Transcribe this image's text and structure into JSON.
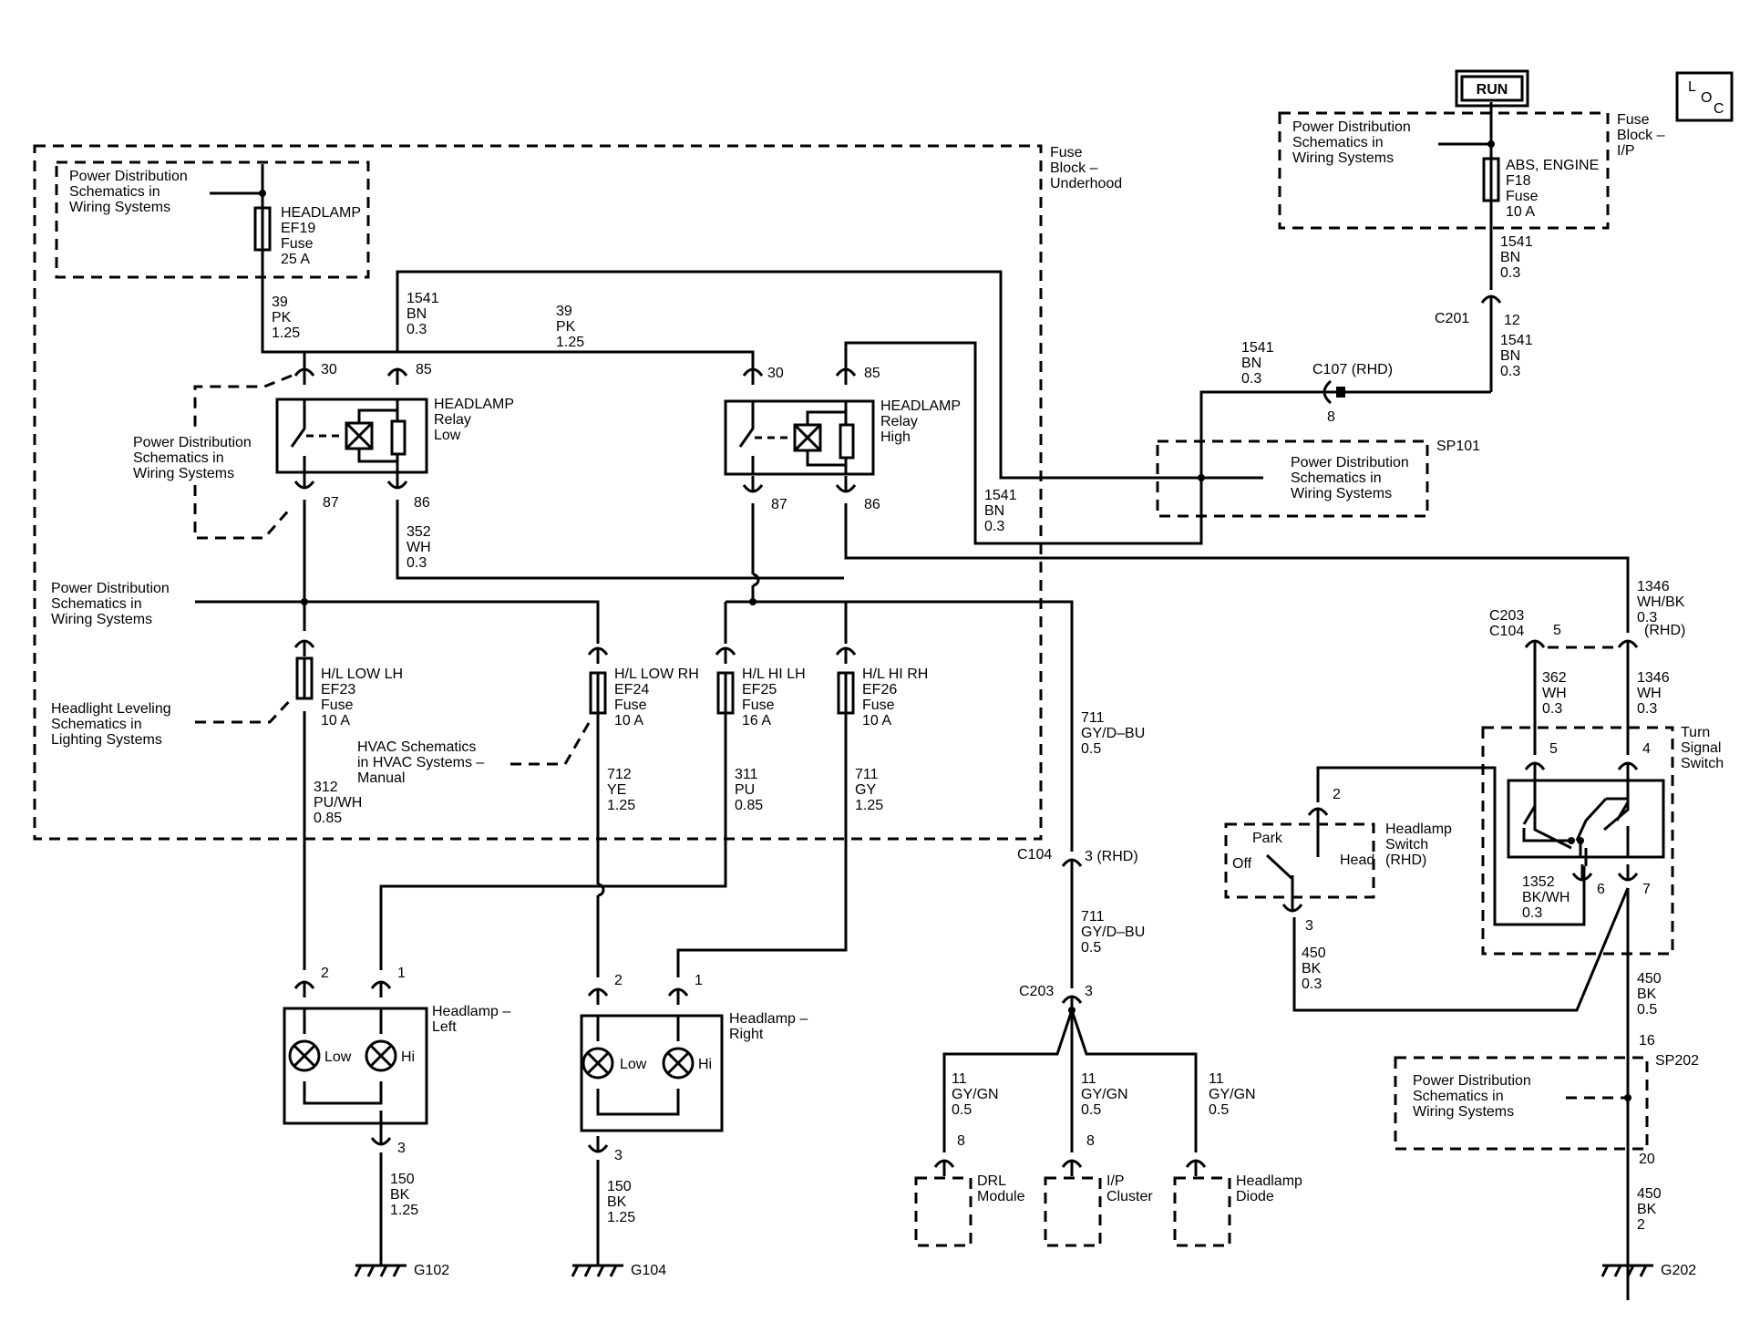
{
  "colors": {
    "ink": "#000000",
    "paper": "#ffffff"
  },
  "labels": {
    "run": "RUN",
    "loc1": "L",
    "loc2": "O",
    "loc3": "C",
    "pds": [
      "Power Distribution",
      "Schematics in",
      "Wiring Systems"
    ],
    "fuse_block_uh": [
      "Fuse",
      "Block –",
      "Underhood"
    ],
    "fuse_block_ip": [
      "Fuse",
      "Block –",
      "I/P"
    ],
    "hl_fuse_ef19": [
      "HEADLAMP",
      "EF19",
      "Fuse",
      "25 A"
    ],
    "abs_fuse_f18": [
      "ABS, ENGINE",
      "F18",
      "Fuse",
      "10 A"
    ],
    "wire_39_pk_125": [
      "39",
      "PK",
      "1.25"
    ],
    "wire_1541_bn_03": [
      "1541",
      "BN",
      "0.3"
    ],
    "wire_352_wh_03": [
      "352",
      "WH",
      "0.3"
    ],
    "wire_1346_whbk_03": [
      "1346",
      "WH/BK",
      "0.3"
    ],
    "wire_362_wh_03": [
      "362",
      "WH",
      "0.3"
    ],
    "wire_1346_wh_03": [
      "1346",
      "WH",
      "0.3"
    ],
    "wire_711_gydbu_05": [
      "711",
      "GY/D–BU",
      "0.5"
    ],
    "wire_312_puwh_085": [
      "312",
      "PU/WH",
      "0.85"
    ],
    "wire_712_ye_125": [
      "712",
      "YE",
      "1.25"
    ],
    "wire_311_pu_085": [
      "311",
      "PU",
      "0.85"
    ],
    "wire_711_gy_125": [
      "711",
      "GY",
      "1.25"
    ],
    "wire_150_bk_125": [
      "150",
      "BK",
      "1.25"
    ],
    "wire_11_gygn_05": [
      "11",
      "GY/GN",
      "0.5"
    ],
    "wire_1352_bkwh_03": [
      "1352",
      "BK/WH",
      "0.3"
    ],
    "wire_450_bk_03": [
      "450",
      "BK",
      "0.3"
    ],
    "wire_450_bk_05": [
      "450",
      "BK",
      "0.5"
    ],
    "wire_450_bk_2": [
      "450",
      "BK",
      "2"
    ],
    "relay_low": [
      "HEADLAMP",
      "Relay",
      "Low"
    ],
    "relay_high": [
      "HEADLAMP",
      "Relay",
      "High"
    ],
    "pin_30": "30",
    "pin_85": "85",
    "pin_87": "87",
    "pin_86": "86",
    "c201": "C201",
    "c201_pin": "12",
    "c107": "C107 (RHD)",
    "c107_pin": "8",
    "sp101": "SP101",
    "c203_c104": [
      "C203",
      "C104"
    ],
    "pin_5": "5",
    "rhd": "(RHD)",
    "turn_signal": [
      "Turn",
      "Signal",
      "Switch"
    ],
    "pin_4": "4",
    "pin_6": "6",
    "pin_7": "7",
    "hl_switch": [
      "Headlamp",
      "Switch",
      "(RHD)"
    ],
    "switch_park": "Park",
    "switch_off": "Off",
    "switch_head": "Head",
    "pin_2": "2",
    "pin_3": "3",
    "pin_1": "1",
    "pin_8": "8",
    "pin_16": "16",
    "pin_20": "20",
    "sp202": "SP202",
    "fuse_ef23": [
      "H/L LOW LH",
      "EF23",
      "Fuse",
      "10 A"
    ],
    "fuse_ef24": [
      "H/L LOW RH",
      "EF24",
      "Fuse",
      "10 A"
    ],
    "fuse_ef25": [
      "H/L HI LH",
      "EF25",
      "Fuse",
      "16 A"
    ],
    "fuse_ef26": [
      "H/L HI RH",
      "EF26",
      "Fuse",
      "10 A"
    ],
    "hl_leveling": [
      "Headlight Leveling",
      "Schematics in",
      "Lighting Systems"
    ],
    "hvac": [
      "HVAC Schematics",
      "in HVAC Systems –",
      "Manual"
    ],
    "c104_rhd": "C104",
    "c104_pin": "3 (RHD)",
    "c203": "C203",
    "c203_pin": "3",
    "headlamp_left": [
      "Headlamp –",
      "Left"
    ],
    "headlamp_right": [
      "Headlamp –",
      "Right"
    ],
    "lamp_low": "Low",
    "lamp_hi": "Hi",
    "drl_module": [
      "DRL",
      "Module"
    ],
    "ip_cluster": [
      "I/P",
      "Cluster"
    ],
    "headlamp_diode": [
      "Headlamp",
      "Diode"
    ],
    "g102": "G102",
    "g104": "G104",
    "g202": "G202"
  }
}
